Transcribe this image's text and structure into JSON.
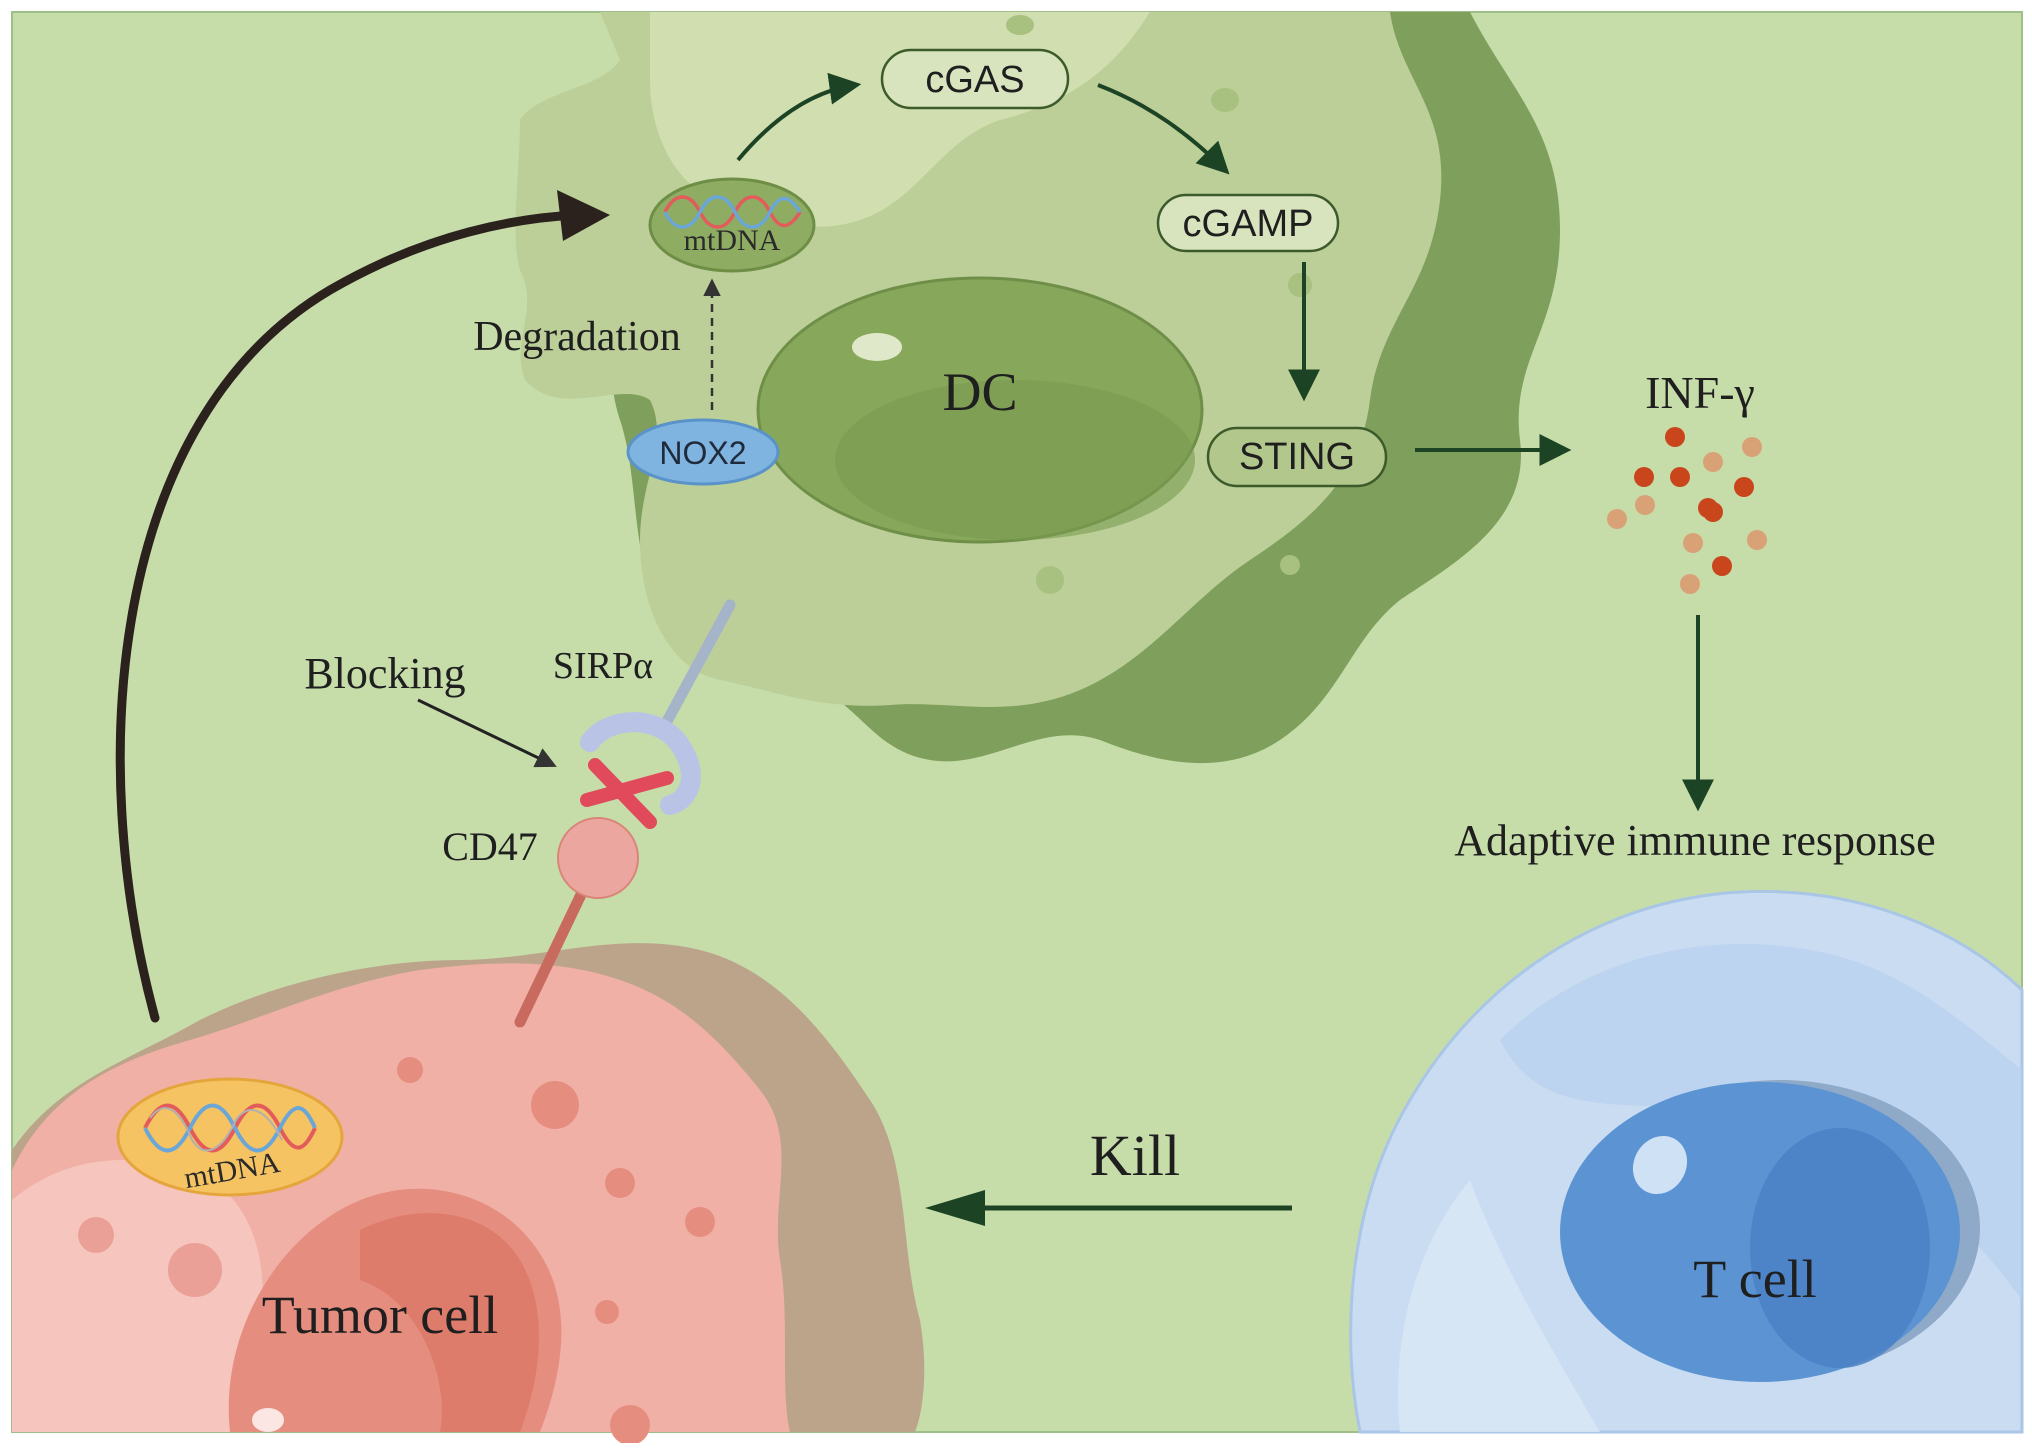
{
  "labels": {
    "cgas": "cGAS",
    "cgamp": "cGAMP",
    "sting": "STING",
    "nox2": "NOX2",
    "dc": "DC",
    "mtdna_dc": "mtDNA",
    "mtdna_tumor": "mtDNA",
    "degradation": "Degradation",
    "inf_gamma": "INF-γ",
    "adaptive": "Adaptive immune response",
    "blocking": "Blocking",
    "sirpa": "SIRPα",
    "cd47": "CD47",
    "tumor_cell": "Tumor cell",
    "t_cell": "T cell",
    "kill": "Kill"
  },
  "colors": {
    "background": "#c6ddaa",
    "dc_outer": "#7f9f5c",
    "dc_body": "#bccf98",
    "dc_light": "#d3e1b4",
    "nucleus": "#87a75b",
    "tumor_outer": "#bca48a",
    "tumor_body": "#f0b0a6",
    "tumor_nucleus": "#e58e7f",
    "tcell_outer": "#c9dcf1",
    "tcell_nucleus": "#5b93d3",
    "arrow_dark": "#1c4424",
    "arrow_main": "#2b211d",
    "nox2": "#7fb3e0",
    "cross": "#e04a5a",
    "mito_tumor": "#f6c362"
  }
}
